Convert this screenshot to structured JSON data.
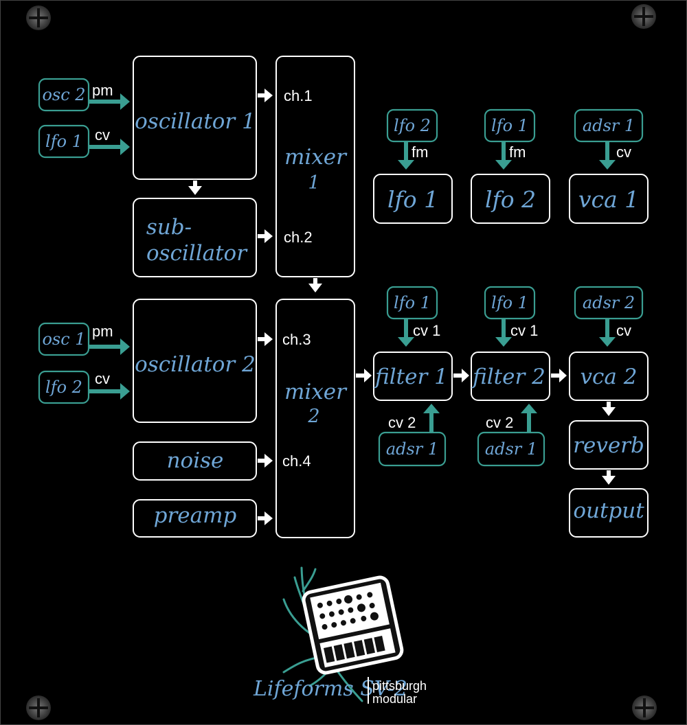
{
  "modules": {
    "osc1": "oscillator 1",
    "sub_line1": "sub-",
    "sub_line2": "oscillator",
    "mixer1_line1": "mixer",
    "mixer1_line2": "1",
    "osc2": "oscillator 2",
    "noise": "noise",
    "preamp": "preamp",
    "mixer2_line1": "mixer",
    "mixer2_line2": "2",
    "lfo1": "lfo 1",
    "lfo2": "lfo 2",
    "vca1": "vca 1",
    "filter1": "filter 1",
    "filter2": "filter 2",
    "vca2": "vca 2",
    "reverb": "reverb",
    "output": "output"
  },
  "channels": {
    "ch1": "ch.1",
    "ch2": "ch.2",
    "ch3": "ch.3",
    "ch4": "ch.4"
  },
  "sources": {
    "osc1_pm_src": "osc 2",
    "osc1_pm_label": "pm",
    "osc1_cv_src": "lfo 1",
    "osc1_cv_label": "cv",
    "osc2_pm_src": "osc 1",
    "osc2_pm_label": "pm",
    "osc2_cv_src": "lfo 2",
    "osc2_cv_label": "cv",
    "lfo1_fm_src": "lfo 2",
    "lfo1_fm_label": "fm",
    "lfo2_fm_src": "lfo 1",
    "lfo2_fm_label": "fm",
    "vca1_cv_src": "adsr 1",
    "vca1_cv_label": "cv",
    "filter1_cv1_src": "lfo 1",
    "filter1_cv1_label": "cv 1",
    "filter2_cv1_src": "lfo 1",
    "filter2_cv1_label": "cv 1",
    "vca2_cv_src": "adsr 2",
    "vca2_cv_label": "cv",
    "filter1_cv2_src": "adsr 1",
    "filter1_cv2_label": "cv 2",
    "filter2_cv2_src": "adsr 1",
    "filter2_cv2_label": "cv 2"
  },
  "brand": {
    "product": "Lifeforms SV-2",
    "maker_line1": "pittsburgh",
    "maker_line2": "modular"
  },
  "colors": {
    "background": "#000000",
    "outline": "#ffffff",
    "teal": "#3a9e92",
    "script_blue": "#6fa6d6"
  }
}
